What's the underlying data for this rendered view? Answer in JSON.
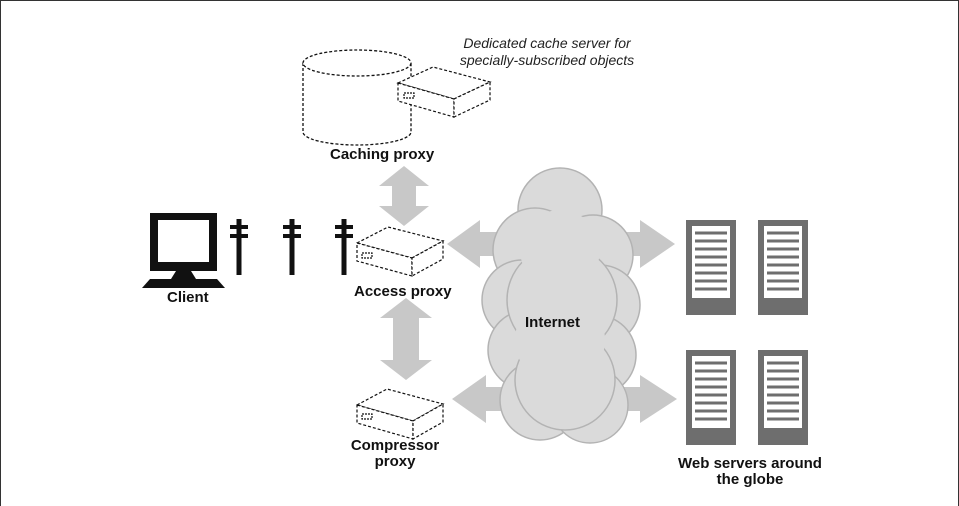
{
  "labels": {
    "note_line1": "Dedicated cache server for",
    "note_line2": "specially-subscribed objects",
    "caching_proxy": "Caching proxy",
    "client": "Client",
    "access_proxy": "Access proxy",
    "internet": "Internet",
    "compressor_line1": "Compressor",
    "compressor_line2": "proxy",
    "webservers_line1": "Web servers around",
    "webservers_line2": "the globe"
  },
  "colors": {
    "arrow": "#c8c8c8",
    "cloud": "#d9d9d9",
    "server": "#6e6e6e",
    "ink": "#111111"
  },
  "icons": [
    "monitor-icon",
    "network-pole-icon",
    "proxy-box-icon",
    "cache-cylinder-icon",
    "cloud-icon",
    "server-tower-icon"
  ]
}
